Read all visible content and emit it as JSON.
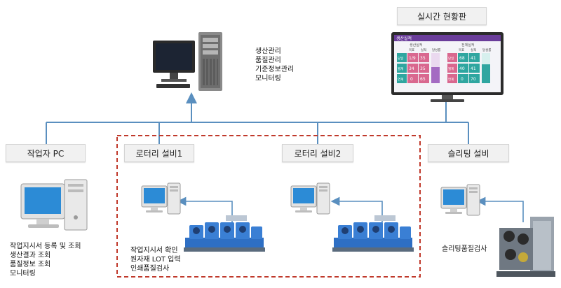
{
  "server": {
    "functions": [
      "생산관리",
      "품질관리",
      "기준정보관리",
      "모니터링"
    ]
  },
  "dashboard": {
    "title": "실시간 현황판",
    "screen_title": "생산실적",
    "group_labels": [
      "생산실적",
      "전체실적"
    ],
    "column_labels": [
      "목표",
      "실적",
      "달성률"
    ],
    "row_labels": [
      "당일",
      "월계",
      "연계"
    ],
    "left_values": [
      [
        "1/9",
        "35"
      ],
      [
        "34",
        "35"
      ],
      [
        "0",
        "65"
      ]
    ],
    "right_values": [
      [
        "68",
        "41"
      ],
      [
        "40",
        "41"
      ],
      [
        "0",
        "70"
      ]
    ]
  },
  "nodes": {
    "worker_pc": {
      "label": "작업자 PC",
      "functions": [
        "작업지시서 등록 및 조회",
        "생산결과 조회",
        "품질정보 조회",
        "모니터링"
      ]
    },
    "rotary1": {
      "label": "로터리 설비1"
    },
    "rotary2": {
      "label": "로터리 설비2"
    },
    "rotary_functions": [
      "작업지시서 확인",
      "원자재 LOT 입력",
      "인쇄품질검사"
    ],
    "slitting": {
      "label": "슬리팅 설비",
      "caption": "슬리팅품질검사"
    }
  },
  "colors": {
    "connector": "#5a8fbf",
    "group_border": "#c0392b",
    "box_fill": "#f1f1f1",
    "monitor_screen": "#2c8bd6",
    "machine_body": "#2e6fc4",
    "dashboard_header": "#6a3d9a",
    "dashboard_pink": "#d9688f",
    "dashboard_teal": "#2fa6a0"
  },
  "icons": [
    "server-tower-icon",
    "desktop-monitor-icon",
    "dashboard-tv-icon",
    "pc-icon",
    "printing-machine-icon",
    "slitting-machine-icon"
  ]
}
